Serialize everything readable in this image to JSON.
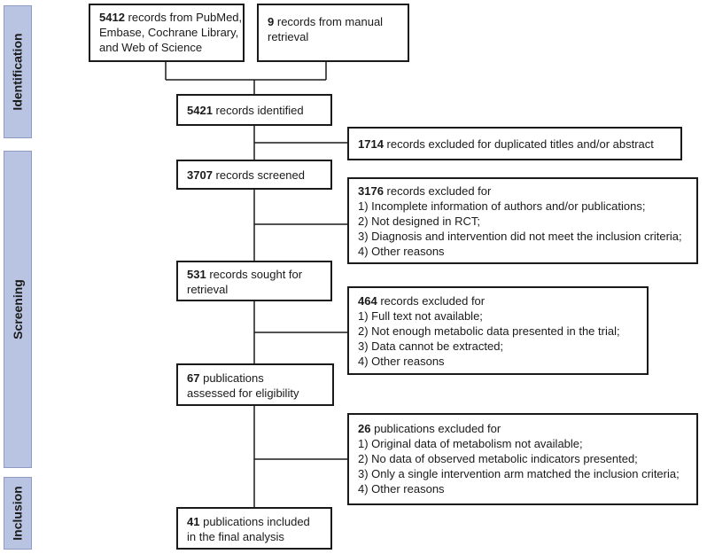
{
  "phases": {
    "identification": "Identification",
    "screening": "Screening",
    "inclusion": "Inclusion"
  },
  "boxes": {
    "databases": {
      "count": "5412",
      "lines": [
        "records from PubMed,",
        "Embase, Cochrane Library,",
        "and Web of Science"
      ]
    },
    "manual": {
      "count": "9",
      "lines": [
        "records from manual",
        "retrieval"
      ]
    },
    "identified": {
      "count": "5421",
      "lines": [
        "records identified"
      ]
    },
    "duplicates": {
      "count": "1714",
      "lines": [
        "records excluded for duplicated titles and/or abstract"
      ]
    },
    "screened": {
      "count": "3707",
      "lines": [
        "records screened"
      ]
    },
    "excluded_screen": {
      "count": "3176",
      "lines": [
        "records excluded for"
      ],
      "items": [
        "1) Incomplete information of authors and/or publications;",
        "2) Not designed in RCT;",
        "3) Diagnosis and intervention did not meet the inclusion criteria;",
        "4) Other reasons"
      ]
    },
    "retrieval": {
      "count": "531",
      "lines": [
        "records sought for",
        "retrieval"
      ]
    },
    "excluded_retrieval": {
      "count": "464",
      "lines": [
        "records excluded for"
      ],
      "items": [
        "1) Full text not available;",
        "2) Not enough metabolic data presented in the trial;",
        "3) Data cannot be extracted;",
        "4) Other reasons"
      ]
    },
    "eligibility": {
      "count": "67",
      "lines": [
        "publications",
        "assessed for eligibility"
      ]
    },
    "excluded_eligibility": {
      "count": "26",
      "lines": [
        "publications excluded for"
      ],
      "items": [
        "1) Original data of metabolism not available;",
        "2) No data of observed metabolic indicators presented;",
        "3) Only a single intervention arm matched the inclusion criteria;",
        "4) Other reasons"
      ]
    },
    "included": {
      "count": "41",
      "lines": [
        "publications included",
        "in the final analysis"
      ]
    }
  },
  "colors": {
    "phase_fill": "#b8c4e1",
    "phase_border": "#8d9bc2",
    "box_border": "#1a1a1a",
    "connector": "#1a1a1a"
  }
}
